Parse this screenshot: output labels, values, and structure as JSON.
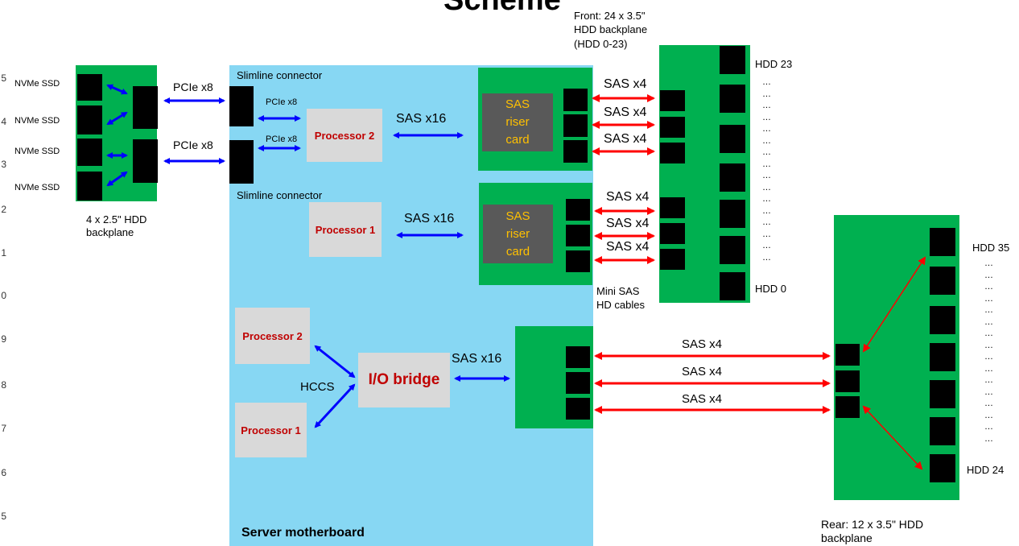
{
  "title": "Scheme",
  "front_backplane": {
    "caption": [
      "Front: 24 x 3.5\"",
      "HDD backplane",
      "(HDD 0-23)"
    ],
    "top_label": "HDD 23",
    "bottom_label": "HDD 0",
    "dots": "…"
  },
  "rear_backplane": {
    "caption": [
      "Rear: 12 x 3.5\" HDD",
      "backplane"
    ],
    "top_label": "HDD 35",
    "bottom_label": "HDD 24",
    "dots": "…"
  },
  "nvme_backplane": {
    "caption": [
      "4 x 2.5\" HDD",
      "backplane"
    ],
    "ssd_labels": [
      "NVMe SSD",
      "NVMe SSD",
      "NVMe SSD",
      "NVMe SSD"
    ]
  },
  "motherboard": {
    "label": "Server motherboard",
    "slimline_top": "Slimline connector",
    "slimline_bottom": "Slimline connector",
    "processor_2": "Processor 2",
    "processor_1": "Processor 1",
    "io_bridge": "I/O bridge",
    "hccs": "HCCS"
  },
  "riser_card": [
    "SAS",
    "riser",
    "card"
  ],
  "links": {
    "pcie_x8": "PCIe x8",
    "pcie_x8_small": "PCIe x8",
    "sas_x16": "SAS x16",
    "sas_x4": "SAS x4"
  },
  "mini_sas": [
    "Mini SAS",
    "HD cables"
  ],
  "left_axis_fragments": [
    "5",
    "4",
    "3",
    "2",
    "1",
    "0",
    "9",
    "8",
    "7",
    "6",
    "5"
  ],
  "colors": {
    "motherboard": "#87d7f3",
    "board": "#00b050",
    "pcie_arrow": "#0000ff",
    "sas_arrow": "#ff0000",
    "processor_text": "#c00000",
    "riser_text": "#ffc000"
  }
}
